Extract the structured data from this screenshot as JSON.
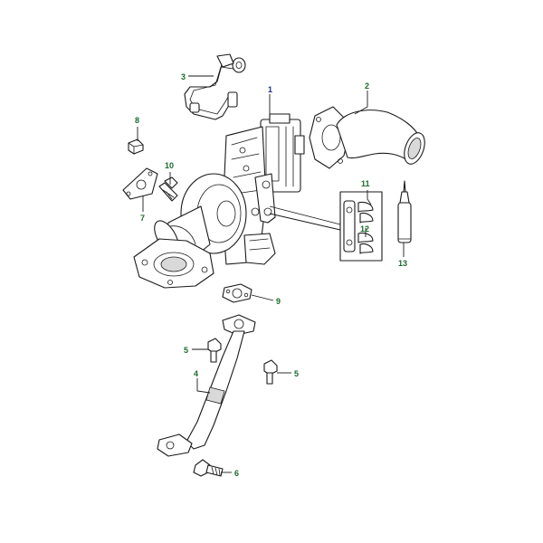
{
  "callouts": [
    {
      "id": "1",
      "label": "1",
      "color": "#1a2a8a"
    },
    {
      "id": "2",
      "label": "2",
      "color": "#1a6a2a"
    },
    {
      "id": "3",
      "label": "3",
      "color": "#1a6a2a"
    },
    {
      "id": "4",
      "label": "4",
      "color": "#1a6a2a"
    },
    {
      "id": "5a",
      "label": "5",
      "color": "#1a6a2a"
    },
    {
      "id": "5b",
      "label": "5",
      "color": "#1a6a2a"
    },
    {
      "id": "6",
      "label": "6",
      "color": "#1a6a2a"
    },
    {
      "id": "7",
      "label": "7",
      "color": "#1a6a2a"
    },
    {
      "id": "8",
      "label": "8",
      "color": "#1a6a2a"
    },
    {
      "id": "9",
      "label": "9",
      "color": "#1a6a2a"
    },
    {
      "id": "10",
      "label": "10",
      "color": "#1a6a2a"
    },
    {
      "id": "11",
      "label": "11",
      "color": "#1a6a2a"
    },
    {
      "id": "12",
      "label": "12",
      "color": "#1a6a2a"
    },
    {
      "id": "13",
      "label": "13",
      "color": "#1a6a2a"
    }
  ]
}
